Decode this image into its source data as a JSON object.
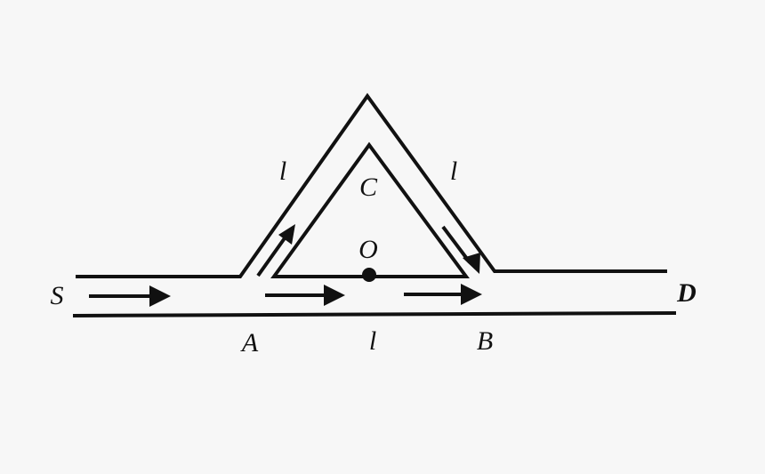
{
  "diagram": {
    "type": "interference-tube",
    "labels": {
      "source": "S",
      "detector": "D",
      "junction_a": "A",
      "junction_b": "B",
      "apex": "C",
      "center": "O",
      "length_ac": "l",
      "length_cb": "l",
      "length_ab": "l"
    },
    "colors": {
      "stroke": "#111111",
      "background": "#f7f7f7"
    }
  }
}
